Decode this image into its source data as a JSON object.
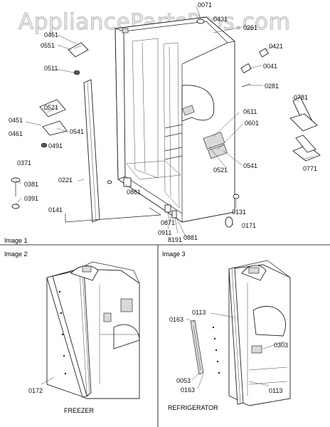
{
  "watermark": "AppliancePartsPros.com",
  "panels": {
    "image1": "Image 1",
    "image2": "Image 2",
    "image3": "Image 3"
  },
  "captions": {
    "freezer": "FREEZER",
    "refrigerator": "REFRIGERATOR"
  },
  "part_labels": {
    "p0071": "0071",
    "p0261": "0261",
    "p0431": "0431",
    "p0461a": "0461",
    "p0551": "0551",
    "p0421": "0421",
    "p0511": "0511",
    "p0041": "0041",
    "p0281": "0281",
    "p0781": "0781",
    "p0451": "0451",
    "p0521a": "0521",
    "p0461b": "0461",
    "p0541a": "0541",
    "p0491": "0491",
    "p0611": "0611",
    "p0601": "0601",
    "p0371": "0371",
    "p0521b": "0521",
    "p0541b": "0541",
    "p0771": "0771",
    "p0221": "0221",
    "p0381": "0381",
    "p0391": "0391",
    "p0141": "0141",
    "p0861": "0861",
    "p0131": "0131",
    "p0871": "0871",
    "p0171": "0171",
    "p0911": "0911",
    "p8191": "8191",
    "p0881": "0881",
    "p0113a": "0113",
    "p0163a": "0163",
    "p0303": "0303",
    "p0172": "0172",
    "p0053": "0053",
    "p0163b": "0163",
    "p0113b": "0113"
  }
}
